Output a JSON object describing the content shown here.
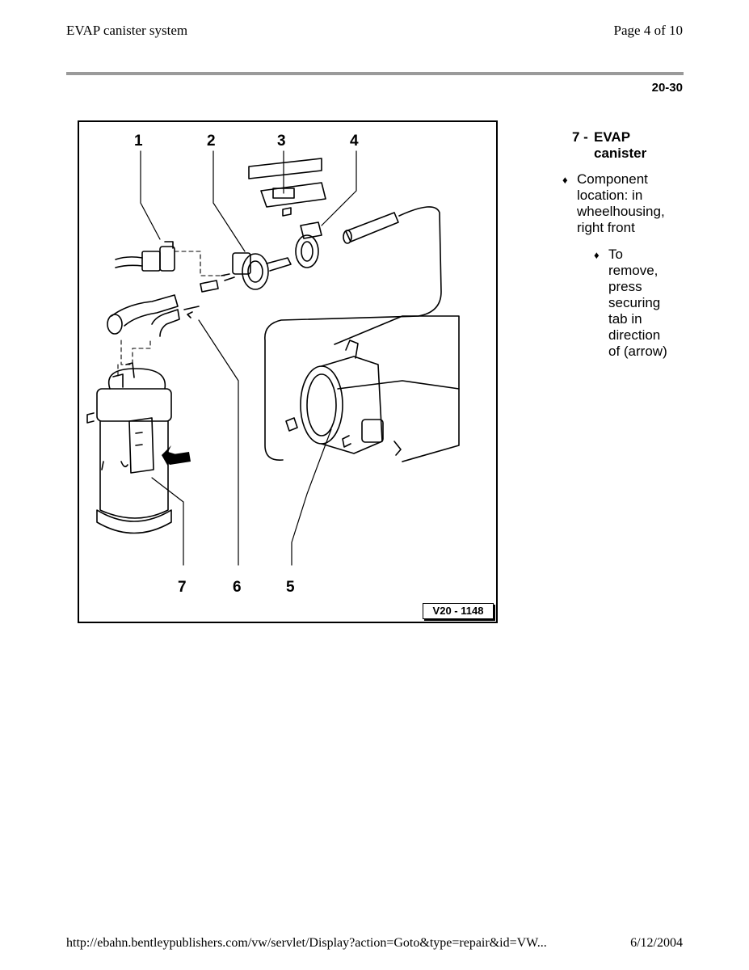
{
  "header": {
    "title": "EVAP canister system",
    "page": "Page 4 of 10",
    "section": "20-30"
  },
  "figure": {
    "callouts": [
      "1",
      "2",
      "3",
      "4",
      "5",
      "6",
      "7"
    ],
    "code": "V20 - 1148"
  },
  "legend": {
    "item_number": "7 -",
    "item_title_line1": "EVAP",
    "item_title_line2": "canister",
    "bullet1": "Component location: in wheelhousing, right front",
    "bullet2": "To remove, press securing tab in direction of (arrow)",
    "bullet_symbol": "♦"
  },
  "footer": {
    "url": "http://ebahn.bentleypublishers.com/vw/servlet/Display?action=Goto&type=repair&id=VW...",
    "date": "6/12/2004"
  }
}
